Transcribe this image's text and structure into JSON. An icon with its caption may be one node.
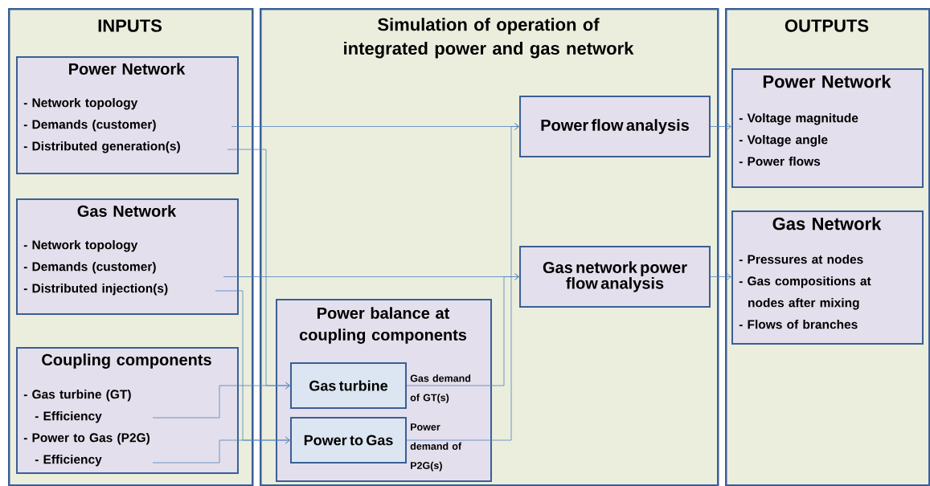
{
  "diagram": {
    "nodes": [
      {
        "text": [
          "INPUTS"
        ]
      },
      {
        "text": [
          "Power Network",
          "- Network topology",
          "- Demands (customer)",
          "- Distributed generation(s)"
        ],
        "in": 0
      },
      {
        "text": [
          "Gas Network",
          "- Network topology",
          "- Demands (customer)",
          "- Distributed injection(s)"
        ],
        "in": 0
      },
      {
        "text": [
          "Coupling components",
          "- Gas turbine (GT)",
          "- Efficiency",
          "- Power to Gas (P2G)",
          "- Efficiency"
        ],
        "in": 0
      },
      {
        "text": [
          "Simulation of operation of integrated power and gas network"
        ]
      },
      {
        "text": [
          "Power flow analysis"
        ],
        "in": 4
      },
      {
        "text": [
          "Gas network power flow analysis"
        ],
        "in": 4
      },
      {
        "text": [
          "Power balance at coupling components"
        ],
        "in": 4
      },
      {
        "text": [
          "Gas turbine"
        ],
        "in": 7,
        "beside": [
          "Gas demand of GT(s)"
        ]
      },
      {
        "text": [
          "Power to Gas"
        ],
        "in": 7,
        "beside": [
          "Power demand of P2G(s)"
        ]
      },
      {
        "text": [
          "OUTPUTS"
        ]
      },
      {
        "text": [
          "Power Network",
          "- Voltage magnitude",
          "- Voltage angle",
          "- Power flows"
        ],
        "in": 10
      },
      {
        "text": [
          "Gas Network",
          "- Pressures at nodes",
          "- Gas compositions at nodes after mixing",
          "- Flows of branches"
        ],
        "in": 10
      }
    ],
    "edges": [
      {
        "from": 1,
        "to": 5,
        "arrow": "to"
      },
      {
        "from": 1,
        "to": 8,
        "arrow": "to"
      },
      {
        "from": 2,
        "to": 6,
        "arrow": "to"
      },
      {
        "from": 2,
        "to": 9,
        "arrow": "to"
      },
      {
        "from": 3,
        "to": 8,
        "arrow": "to"
      },
      {
        "from": 3,
        "to": 9,
        "arrow": "to"
      },
      {
        "from": 8,
        "to": 6,
        "arrow": "to"
      },
      {
        "from": 9,
        "to": 5,
        "arrow": "to"
      },
      {
        "from": 5,
        "to": 11,
        "arrow": "to"
      },
      {
        "from": 6,
        "to": 12,
        "arrow": "to"
      }
    ]
  }
}
